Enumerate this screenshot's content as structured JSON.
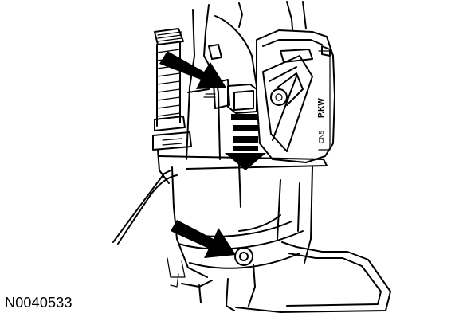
{
  "figure": {
    "id_label": "N0040533",
    "connector_text": "P.KW",
    "connector_code": "CN5"
  },
  "colors": {
    "line": "#000000",
    "background": "#ffffff"
  },
  "icons": [
    "callout-arrow",
    "slide-down-direction-arrow"
  ]
}
